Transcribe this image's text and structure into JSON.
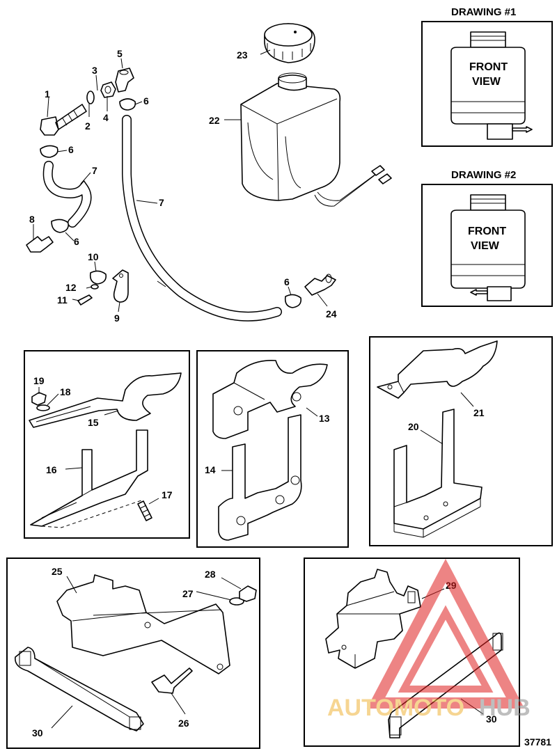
{
  "drawing1": {
    "title": "DRAWING #1",
    "front_line1": "FRONT",
    "front_line2": "VIEW"
  },
  "drawing2": {
    "title": "DRAWING #2",
    "front_line1": "FRONT",
    "front_line2": "VIEW"
  },
  "callouts": {
    "c1": "1",
    "c2": "2",
    "c3": "3",
    "c4": "4",
    "c5": "5",
    "c6a": "6",
    "c6b": "6",
    "c6c": "6",
    "c6d": "6",
    "c7a": "7",
    "c7b": "7",
    "c8": "8",
    "c9": "9",
    "c10": "10",
    "c11": "11",
    "c12": "12",
    "c13": "13",
    "c14": "14",
    "c15": "15",
    "c16": "16",
    "c17": "17",
    "c18": "18",
    "c19": "19",
    "c20": "20",
    "c21": "21",
    "c22": "22",
    "c23": "23",
    "c24": "24",
    "c25": "25",
    "c26": "26",
    "c27": "27",
    "c28": "28",
    "c29": "29",
    "c30a": "30",
    "c30b": "30"
  },
  "figure_number": "37781",
  "watermark": {
    "part1": "AUTOMOTO",
    "part2": "HUB",
    "color1": "#f0b43a",
    "color2": "#8a8a8a",
    "logo_color": "#e02020"
  }
}
